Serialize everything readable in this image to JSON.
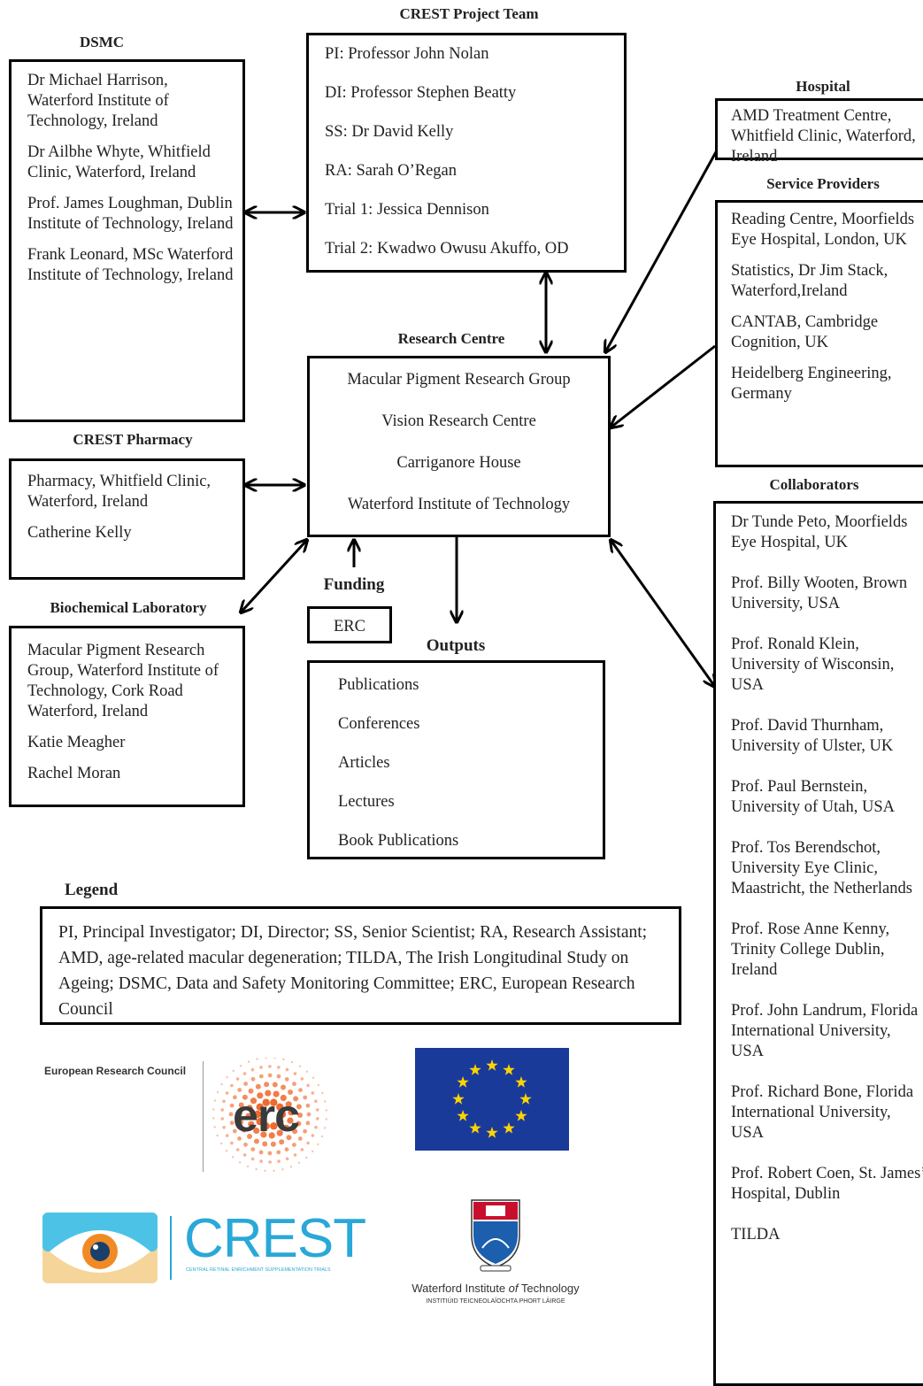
{
  "titles": {
    "crest_team": "CREST Project Team",
    "dsmc": "DSMC",
    "hospital": "Hospital",
    "service_providers": "Service Providers",
    "research_centre": "Research Centre",
    "crest_pharmacy": "CREST Pharmacy",
    "collaborators": "Collaborators",
    "funding": "Funding",
    "biochem": "Biochemical Laboratory",
    "outputs": "Outputs",
    "legend": "Legend"
  },
  "crest_team": [
    "PI: Professor John Nolan",
    "DI: Professor Stephen Beatty",
    "SS: Dr David Kelly",
    "RA: Sarah O’Regan",
    "Trial 1: Jessica Dennison",
    "Trial 2: Kwadwo Owusu Akuffo, OD"
  ],
  "dsmc": [
    "Dr Michael Harrison, Waterford Institute of Technology, Ireland",
    "Dr Ailbhe Whyte, Whitfield Clinic, Waterford, Ireland",
    "Prof. James Loughman, Dublin Institute of Technology, Ireland",
    "Frank Leonard, MSc Waterford Institute of Technology, Ireland"
  ],
  "hospital": "AMD Treatment Centre, Whitfield Clinic, Waterford, Ireland",
  "service_providers": [
    "Reading Centre, Moorfields Eye Hospital, London, UK",
    "Statistics, Dr Jim Stack, Waterford,Ireland",
    "CANTAB, Cambridge Cognition, UK",
    "Heidelberg Engineering, Germany"
  ],
  "research_centre": [
    "Macular Pigment Research Group",
    "Vision Research Centre",
    "Carriganore House",
    "Waterford Institute of Technology"
  ],
  "pharmacy": [
    "Pharmacy, Whitfield Clinic, Waterford, Ireland",
    "Catherine Kelly"
  ],
  "funding_box": "ERC",
  "biochem": [
    "Macular Pigment Research Group, Waterford Institute of Technology, Cork Road Waterford, Ireland",
    "Katie Meagher",
    "Rachel Moran"
  ],
  "outputs": [
    "Publications",
    "Conferences",
    "Articles",
    "Lectures",
    "Book Publications"
  ],
  "collaborators": [
    "Dr Tunde Peto, Moorfields Eye Hospital, UK",
    "Prof. Billy Wooten, Brown University, USA",
    "Prof. Ronald Klein, University of Wisconsin, USA",
    "Prof. David Thurnham, University of Ulster, UK",
    "Prof. Paul Bernstein, University of Utah, USA",
    "Prof. Tos Berendschot, University Eye Clinic, Maastricht, the Netherlands",
    "Prof. Rose Anne Kenny, Trinity College Dublin, Ireland",
    "Prof. John Landrum, Florida International University, USA",
    "Prof. Richard Bone, Florida International University, USA",
    "Prof. Robert Coen, St. James’ Hospital, Dublin",
    "TILDA"
  ],
  "legend_text": "PI, Principal Investigator; DI, Director; SS, Senior Scientist; RA, Research Assistant; AMD, age-related macular degeneration; TILDA, The Irish Longitudinal Study on Ageing; DSMC, Data and Safety Monitoring Committee; ERC, European Research Council",
  "logos": {
    "erc_org": "European Research Council",
    "erc": "erc",
    "crest": "CREST",
    "crest_sub": "CENTRAL RETINAL ENRICHMENT SUPPLEMENTATION TRIALS",
    "wit_name_a": "Waterford Institute ",
    "wit_name_of": "of",
    "wit_name_b": " Technology",
    "wit_irish": "INSTITIÚID TEICNEOLAÍOCHTA PHORT LÁIRGE"
  },
  "colors": {
    "eu_blue": "#1a3a9a",
    "eu_star": "#ffd400",
    "erc_orange": "#ef6a2e",
    "crest_cyan": "#2aa8d8"
  }
}
